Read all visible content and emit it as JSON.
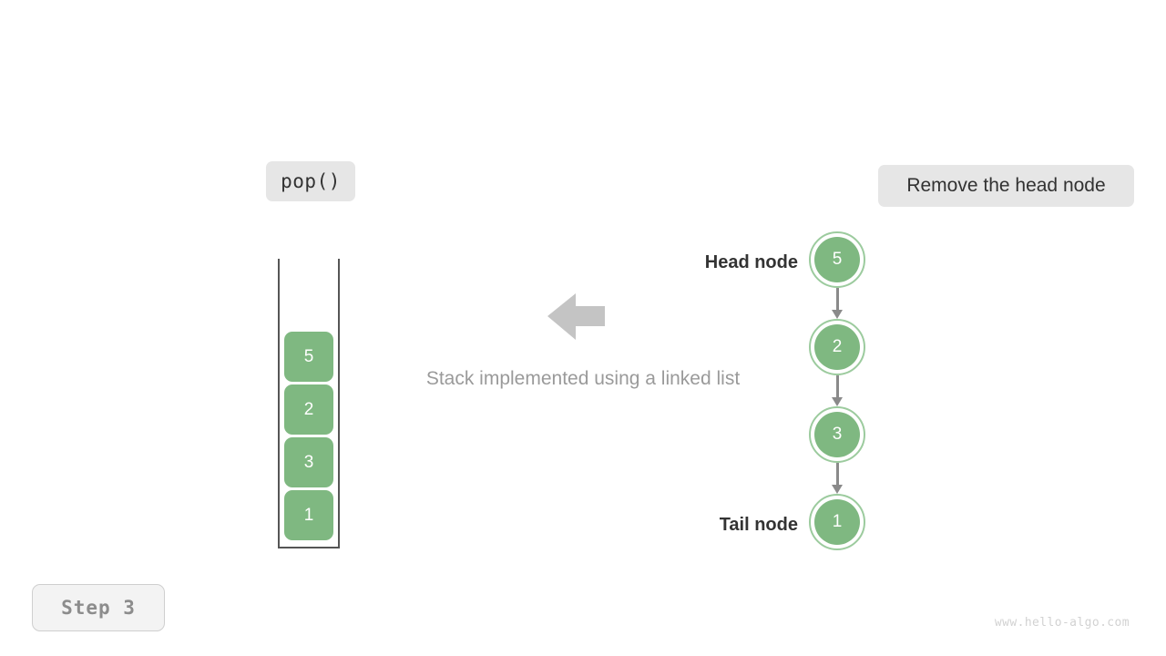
{
  "operation": {
    "label": "pop()"
  },
  "action": {
    "label": "Remove the head node"
  },
  "caption": {
    "text": "Stack implemented using a linked list"
  },
  "step": {
    "label": "Step 3"
  },
  "watermark": {
    "text": "www.hello-algo.com"
  },
  "stack": {
    "items": [
      {
        "value": "5"
      },
      {
        "value": "2"
      },
      {
        "value": "3"
      },
      {
        "value": "1"
      }
    ]
  },
  "linked_list": {
    "nodes": [
      {
        "value": "5"
      },
      {
        "value": "2"
      },
      {
        "value": "3"
      },
      {
        "value": "1"
      }
    ],
    "head_label": "Head node",
    "tail_label": "Tail node"
  },
  "colors": {
    "node_fill": "#7fb881",
    "node_ring": "#9ccb9e",
    "arrow_gray": "#8a8a8a",
    "flow_arrow": "#c4c4c4",
    "pill_bg": "#e6e6e6",
    "caption_text": "#9a9a9a",
    "container_border": "#555555"
  }
}
